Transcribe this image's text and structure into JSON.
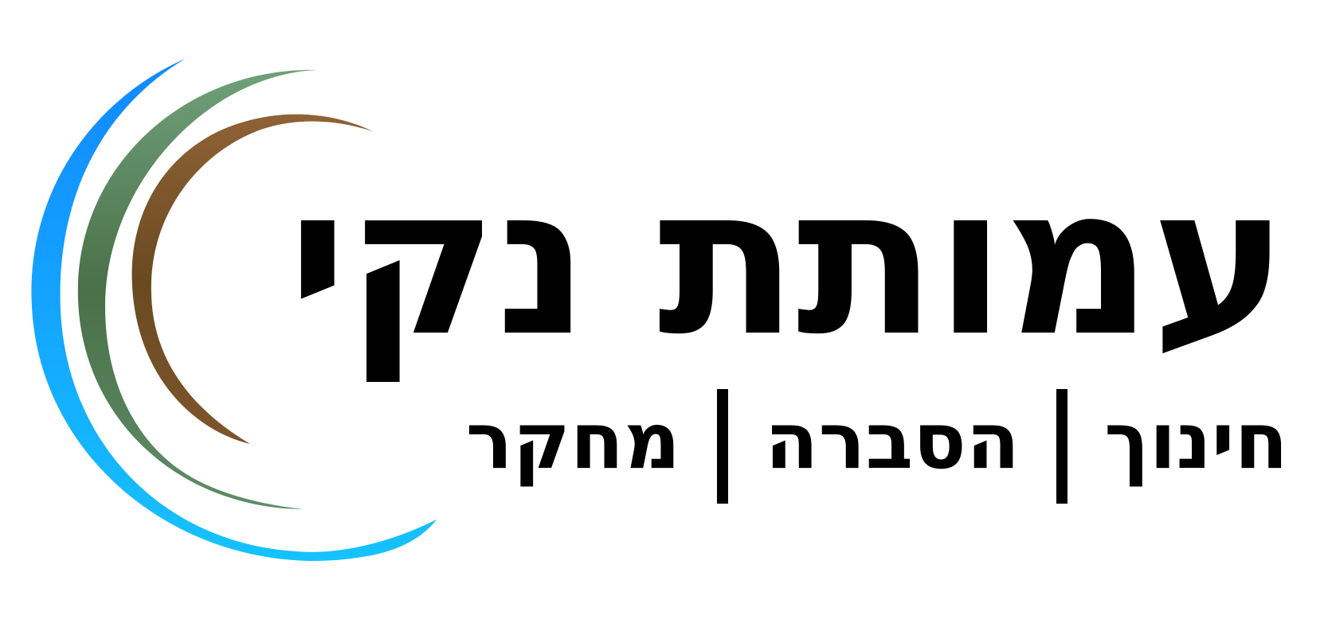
{
  "logo": {
    "name": "עמותת נקי",
    "tagline": {
      "items": [
        "חינוך",
        "הסברה",
        "מחקר"
      ],
      "separator": "|"
    },
    "arcs": [
      {
        "name": "outer-arc",
        "colors": [
          "#1288ff",
          "#16c2ff"
        ]
      },
      {
        "name": "middle-arc",
        "colors": [
          "#4a7048",
          "#6fa07a"
        ]
      },
      {
        "name": "inner-arc",
        "colors": [
          "#6a4a22",
          "#8f6236"
        ]
      }
    ]
  }
}
